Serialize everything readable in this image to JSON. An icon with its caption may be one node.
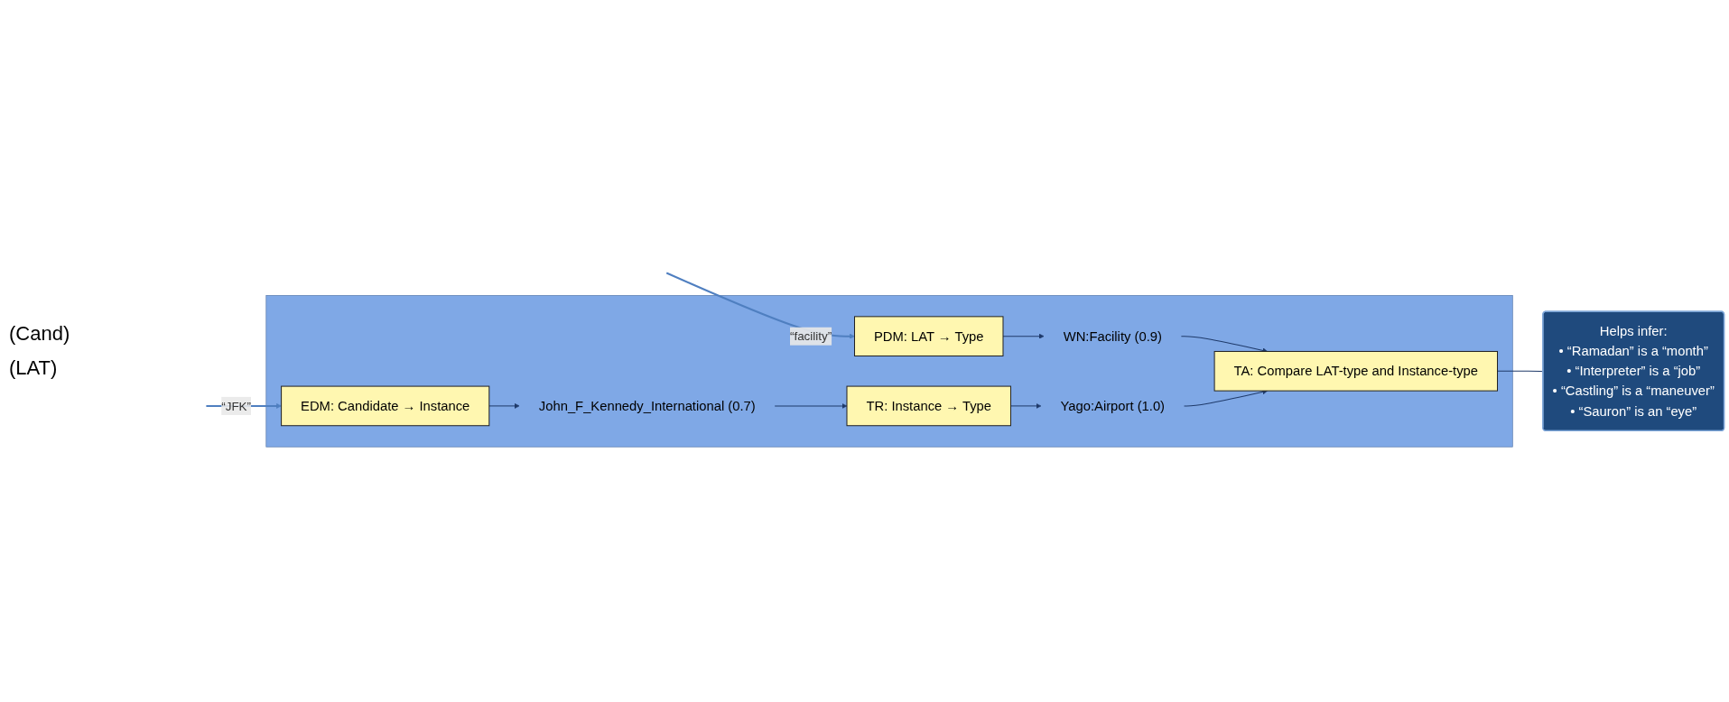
{
  "diagram": {
    "nodes": [
      {
        "text": [],
        "shape": "box"
      },
      {
        "text": [
          "EDM: Candidate → Instance"
        ],
        "in": 0
      },
      {
        "text": [
          "John_F_Kennedy_International (0.7)"
        ],
        "in": 0
      },
      {
        "text": [
          "TR: Instance → Type"
        ],
        "in": 0
      },
      {
        "text": [
          "Yago:Airport (1.0)"
        ],
        "in": 0
      },
      {
        "text": [
          "PDM: LAT → Type"
        ],
        "in": 0
      },
      {
        "text": [
          "WN:Facility (0.9)"
        ],
        "in": 0
      },
      {
        "text": [
          "TA: Compare LAT-type and Instance-type"
        ],
        "in": 0
      },
      {
        "text": [
          "Helps infer:",
          "• “Ramadan” is a “month”",
          "• “Interpreter” is a “job”",
          "• “Castling” is a “maneuver”",
          "• “Sauron” is an “eye”"
        ]
      }
    ],
    "edges": [
      {
        "from": null,
        "to": 1,
        "arrow": "to",
        "label": "“JFK”"
      },
      {
        "from": null,
        "to": 5,
        "arrow": "to",
        "label": "“facility”"
      },
      {
        "from": 1,
        "to": 2,
        "arrow": "to"
      },
      {
        "from": 2,
        "to": 3,
        "arrow": "to"
      },
      {
        "from": 3,
        "to": 4,
        "arrow": "to"
      },
      {
        "from": 5,
        "to": 6,
        "arrow": "to"
      },
      {
        "from": 6,
        "to": 7,
        "arrow": "to"
      },
      {
        "from": 4,
        "to": 7,
        "arrow": "to"
      },
      {
        "from": 7,
        "to": 8,
        "arrow": "none"
      }
    ],
    "labels": [
      "(Cand)",
      "(LAT)"
    ]
  }
}
